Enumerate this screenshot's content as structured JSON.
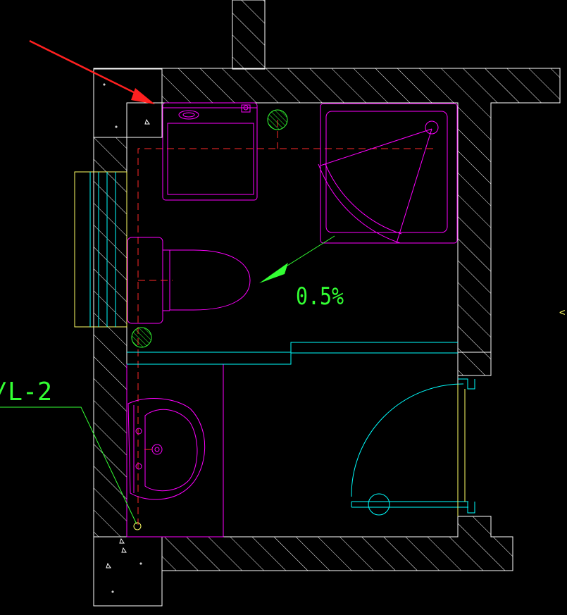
{
  "annotations": {
    "slope": "0.5%",
    "riser_label": "/L-2",
    "edge_mark": "<"
  },
  "fixtures": [
    {
      "name": "water-heater",
      "icon": "water-heater-icon"
    },
    {
      "name": "toilet",
      "icon": "toilet-icon"
    },
    {
      "name": "shower-enclosure",
      "icon": "shower-icon"
    },
    {
      "name": "washbasin",
      "icon": "washbasin-icon"
    },
    {
      "name": "door",
      "icon": "door-swing-icon"
    },
    {
      "name": "window",
      "icon": "window-icon"
    }
  ],
  "colors": {
    "background": "#000000",
    "wall": "#ffffff",
    "fixture": "#ff00ff",
    "pipe": "#ff2a2a",
    "annotation": "#33ff33",
    "cyan": "#00ffff",
    "window": "#ffff66",
    "arrow": "#ff2020"
  }
}
